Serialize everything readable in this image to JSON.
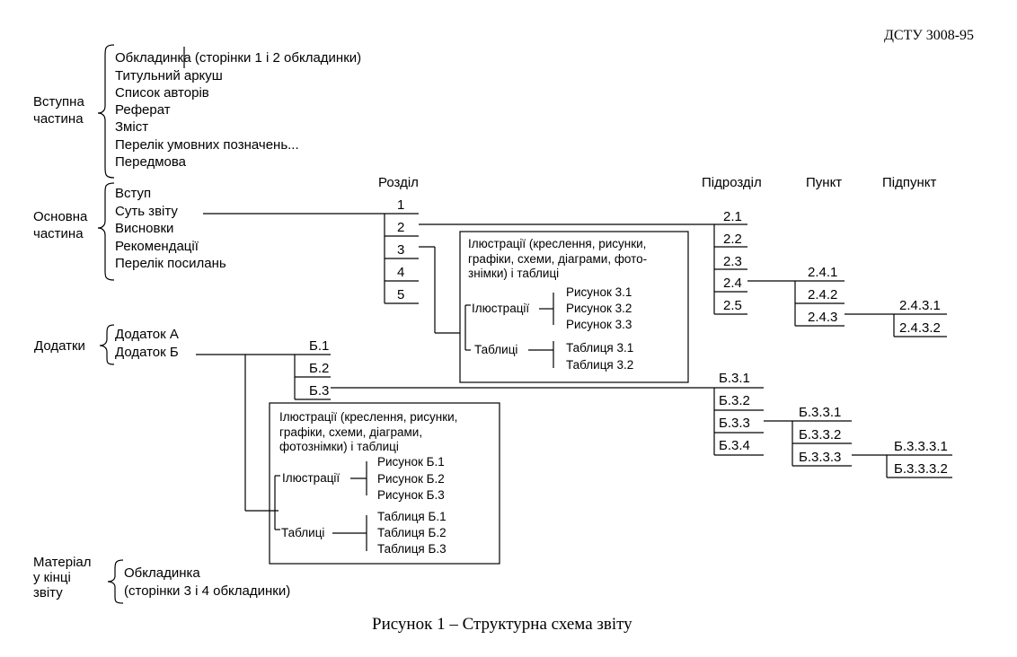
{
  "header": {
    "standard": "ДСТУ 3008-95"
  },
  "caption": "Рисунок 1 – Структурна схема звіту",
  "sections": {
    "intro": {
      "label": [
        "Вступна",
        "частина"
      ],
      "items": [
        "Обкладинка (сторінки 1 і 2 обкладинки)",
        "Титульний аркуш",
        "Список авторів",
        "Реферат",
        "Зміст",
        "Перелік умовних позначень...",
        "Передмова"
      ]
    },
    "main": {
      "label": [
        "Основна",
        "частина"
      ],
      "items": [
        "Вступ",
        "Суть звіту",
        "Висновки",
        "Рекомендації",
        "Перелік посилань"
      ]
    },
    "appendices": {
      "label": "Додатки",
      "items": [
        "Додаток А",
        "Додаток Б"
      ]
    },
    "end_material": {
      "label": [
        "Матеріал",
        "у кінці",
        "звіту"
      ],
      "items": [
        "Обкладинка",
        "(сторінки 3 і 4 обкладинки)"
      ]
    }
  },
  "column_headers": {
    "section": "Розділ",
    "subsection": "Підрозділ",
    "clause": "Пункт",
    "subclause": "Підпункт"
  },
  "chapters": [
    "1",
    "2",
    "3",
    "4",
    "5"
  ],
  "subsections": [
    "2.1",
    "2.2",
    "2.3",
    "2.4",
    "2.5"
  ],
  "clauses": [
    "2.4.1",
    "2.4.2",
    "2.4.3"
  ],
  "subclauses": [
    "2.4.3.1",
    "2.4.3.2"
  ],
  "box_main": {
    "title": [
      "Ілюстрації  (креслення,  рисунки,",
      "графіки,  схеми,  діаграми,  фото-",
      "знімки) і таблиці"
    ],
    "illustrations_label": "Ілюстрації",
    "illustrations": [
      "Рисунок 3.1",
      "Рисунок 3.2",
      "Рисунок 3.3"
    ],
    "tables_label": "Таблиці",
    "tables": [
      "Таблиця 3.1",
      "Таблиця 3.2"
    ]
  },
  "appendix_sections": [
    "Б.1",
    "Б.2",
    "Б.3"
  ],
  "appendix_subsections": [
    "Б.3.1",
    "Б.3.2",
    "Б.3.3",
    "Б.3.4"
  ],
  "appendix_clauses": [
    "Б.3.3.1",
    "Б.3.3.2",
    "Б.3.3.3"
  ],
  "appendix_subclauses": [
    "Б.3.3.3.1",
    "Б.3.3.3.2"
  ],
  "box_appendix": {
    "title": [
      "Ілюстрації (креслення, рисунки,",
      "графіки, схеми, діаграми,",
      "фотознімки) і таблиці"
    ],
    "illustrations_label": "Ілюстрації",
    "illustrations": [
      "Рисунок Б.1",
      "Рисунок Б.2",
      "Рисунок Б.3"
    ],
    "tables_label": "Таблиці",
    "tables": [
      "Таблиця Б.1",
      "Таблиця Б.2",
      "Таблиця Б.3"
    ]
  }
}
